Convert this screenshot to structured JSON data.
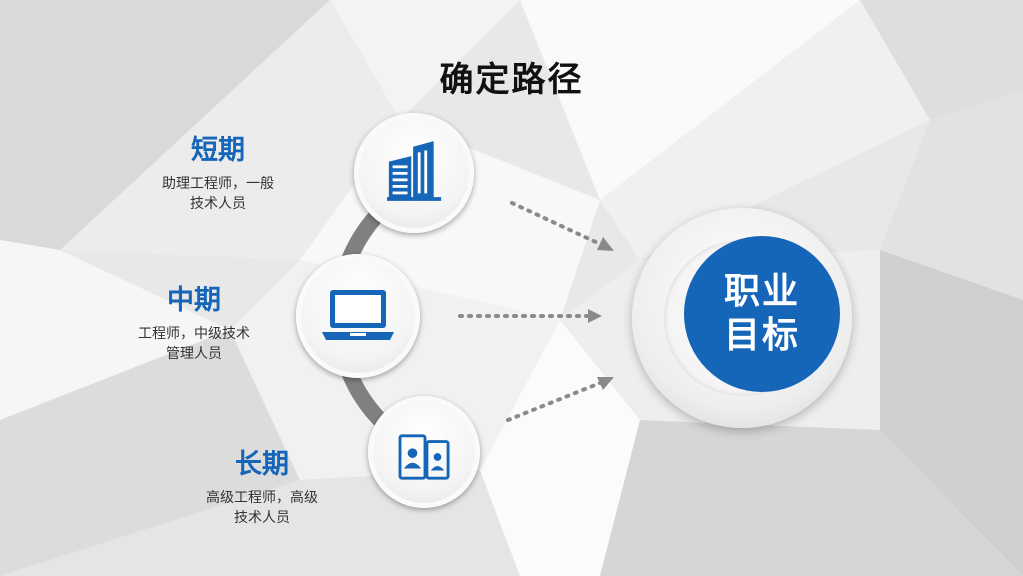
{
  "title": "确定路径",
  "phases": [
    {
      "name": "短期",
      "desc": "助理工程师，一般\n技术人员",
      "icon": "building-icon"
    },
    {
      "name": "中期",
      "desc": "工程师，中级技术\n管理人员",
      "icon": "laptop-icon"
    },
    {
      "name": "长期",
      "desc": "高级工程师，高级\n技术人员",
      "icon": "id-cards-icon"
    }
  ],
  "goal": {
    "line1": "职业",
    "line2": "目标"
  },
  "colors": {
    "accent": "#1565b8",
    "arrow": "#8a8a8a",
    "arc": "#808080"
  }
}
